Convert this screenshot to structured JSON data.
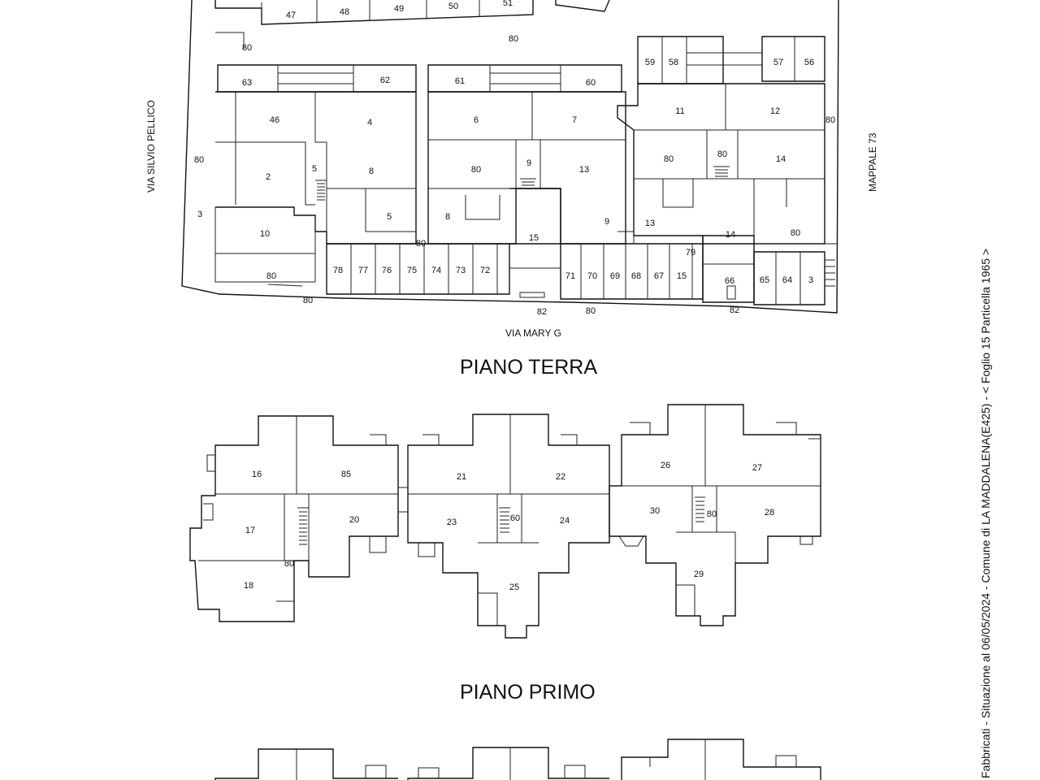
{
  "floors": {
    "ground": "PIANO TERRA",
    "first": "PIANO PRIMO"
  },
  "streets": {
    "left": "VIA SILVIO PELLICO",
    "bottom": "VIA MARY G",
    "right": "MAPPALE 73"
  },
  "margin_note": "Fabbricati - Situazione al 06/05/2024 - Comune di LA MADDALENA(E425) - < Foglio 15 Particella 1965 >",
  "ground_labels": [
    "47",
    "48",
    "49",
    "50",
    "51",
    "80",
    "80",
    "59",
    "58",
    "57",
    "56",
    "63",
    "62",
    "61",
    "60",
    "46",
    "4",
    "6",
    "7",
    "11",
    "12",
    "80",
    "80",
    "2",
    "80",
    "5",
    "8",
    "80",
    "9",
    "13",
    "80",
    "14",
    "5",
    "8",
    "9",
    "13",
    "3",
    "10",
    "15",
    "14",
    "80",
    "80",
    "79",
    "78",
    "77",
    "76",
    "75",
    "74",
    "73",
    "72",
    "71",
    "70",
    "69",
    "68",
    "67",
    "15",
    "66",
    "65",
    "64",
    "3",
    "80",
    "80",
    "82",
    "80",
    "82"
  ],
  "first_labels": [
    "16",
    "85",
    "21",
    "22",
    "26",
    "27",
    "17",
    "20",
    "23",
    "60",
    "24",
    "30",
    "80",
    "28",
    "80",
    "18",
    "25",
    "29"
  ]
}
